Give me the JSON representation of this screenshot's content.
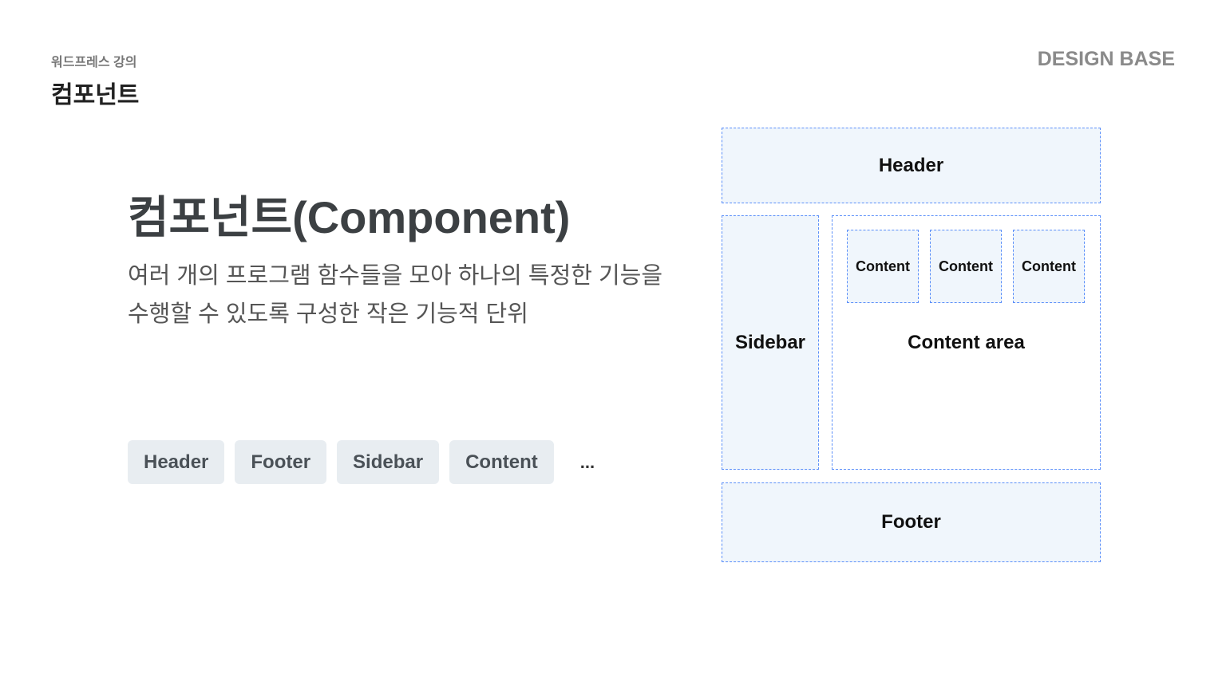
{
  "slide": {
    "kicker": "워드프레스 강의",
    "subtitle": "컴포넌트",
    "brand": "DESIGN BASE",
    "title": "컴포넌트(Component)",
    "description_lines": [
      "여러 개의 프로그램 함수들을 모아 하나의 특정한 기능을",
      "수행할 수 있도록 구성한 작은 기능적 단위"
    ],
    "tags": [
      "Header",
      "Footer",
      "Sidebar",
      "Content"
    ],
    "more": "..."
  },
  "diagram": {
    "header": "Header",
    "sidebar": "Sidebar",
    "content_area": "Content area",
    "contents": [
      "Content",
      "Content",
      "Content"
    ],
    "footer": "Footer",
    "border_color": "#5b8ff9",
    "fill_color": "#f0f6fc"
  }
}
